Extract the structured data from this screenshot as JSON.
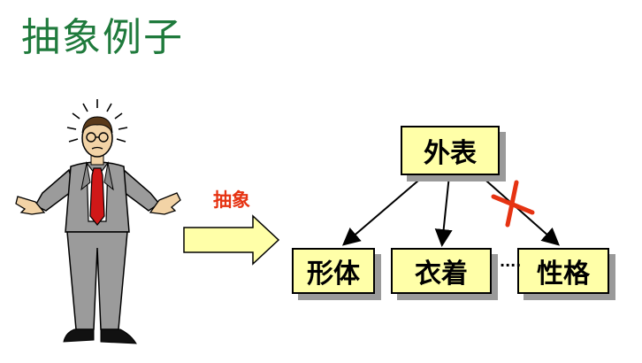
{
  "title": "抽象例子",
  "abstract_label": "抽象",
  "diagram": {
    "root": "外表",
    "children": [
      "形体",
      "衣着",
      "性格"
    ],
    "ellipsis": "....",
    "excluded_child": "性格"
  },
  "colors": {
    "title": "#1f7a3c",
    "label": "#e63312",
    "node_fill": "#ffffa8",
    "node_shadow": "#9a9a9a",
    "arrow_fill": "#ffffa8",
    "cross": "#e63312"
  },
  "icons": [
    "confused-man-illustration",
    "block-arrow-right",
    "red-cross-icon"
  ]
}
